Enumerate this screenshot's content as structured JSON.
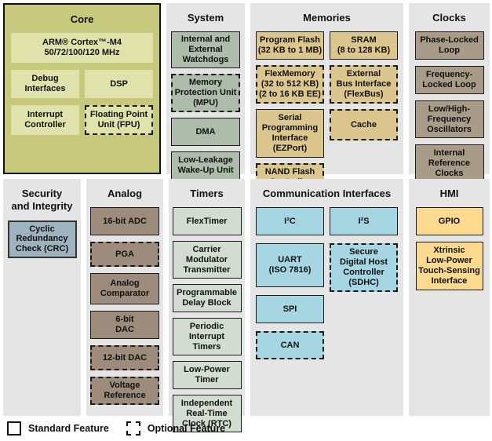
{
  "colors": {
    "panel_bg": "#e5e5e5",
    "core_panel": "#c6c97c",
    "core_block": "#dfe3ab",
    "system_block": "#aebcab",
    "memories_block": "#dbc68e",
    "clocks_block": "#a89b87",
    "security_block": "#9fb2bf",
    "analog_block": "#9d8c7b",
    "timers_block": "#d3dcd0",
    "comm_block": "#a6d6e2",
    "hmi_block": "#fbd98e"
  },
  "panels": {
    "core": {
      "title": "Core",
      "blocks": [
        {
          "label": "ARM® Cortex™-M4\n50/72/100/120 MHz",
          "optional": false
        },
        {
          "label": "Debug\nInterfaces",
          "optional": false
        },
        {
          "label": "DSP",
          "optional": false
        },
        {
          "label": "Interrupt\nController",
          "optional": false
        },
        {
          "label": "Floating Point\nUnit (FPU)",
          "optional": true
        }
      ]
    },
    "system": {
      "title": "System",
      "blocks": [
        {
          "label": "Internal and\nExternal\nWatchdogs",
          "optional": false
        },
        {
          "label": "Memory\nProtection Unit\n(MPU)",
          "optional": true
        },
        {
          "label": "DMA",
          "optional": false
        },
        {
          "label": "Low-Leakage\nWake-Up Unit",
          "optional": false
        }
      ]
    },
    "memories": {
      "title": "Memories",
      "col1": [
        {
          "label": "Program Flash\n(32 KB to 1 MB)",
          "optional": false
        },
        {
          "label": "FlexMemory\n(32 to 512 KB)\n(2 to 16 KB EE)",
          "optional": true
        },
        {
          "label": "Serial\nProgramming\nInterface\n(EZPort)",
          "optional": false
        },
        {
          "label": "NAND Flash\nController",
          "optional": true
        }
      ],
      "col2": [
        {
          "label": "SRAM\n(8 to 128 KB)",
          "optional": false
        },
        {
          "label": "External\nBus Interface\n(FlexBus)",
          "optional": true
        },
        {
          "label": "Cache",
          "optional": true
        }
      ]
    },
    "clocks": {
      "title": "Clocks",
      "blocks": [
        {
          "label": "Phase-Locked\nLoop",
          "optional": false
        },
        {
          "label": "Frequency-\nLocked Loop",
          "optional": false
        },
        {
          "label": "Low/High-\nFrequency\nOscillators",
          "optional": false
        },
        {
          "label": "Internal\nReference\nClocks",
          "optional": false
        }
      ]
    },
    "security": {
      "title": "Security\nand Integrity",
      "blocks": [
        {
          "label": "Cyclic\nRedundancy\nCheck (CRC)",
          "optional": false
        }
      ]
    },
    "analog": {
      "title": "Analog",
      "blocks": [
        {
          "label": "16-bit ADC",
          "optional": false
        },
        {
          "label": "PGA",
          "optional": true
        },
        {
          "label": "Analog\nComparator",
          "optional": false
        },
        {
          "label": "6-bit\nDAC",
          "optional": false
        },
        {
          "label": "12-bit DAC",
          "optional": true
        },
        {
          "label": "Voltage\nReference",
          "optional": true
        }
      ]
    },
    "timers": {
      "title": "Timers",
      "blocks": [
        {
          "label": "FlexTimer",
          "optional": false
        },
        {
          "label": "Carrier\nModulator\nTransmitter",
          "optional": false
        },
        {
          "label": "Programmable\nDelay Block",
          "optional": false
        },
        {
          "label": "Periodic\nInterrupt\nTimers",
          "optional": false
        },
        {
          "label": "Low-Power\nTimer",
          "optional": false
        },
        {
          "label": "Independent\nReal-Time\nClock (RTC)",
          "optional": false
        }
      ]
    },
    "comm": {
      "title": "Communication Interfaces",
      "col1": [
        {
          "label": "I²C",
          "optional": false
        },
        {
          "label": "UART\n(ISO 7816)",
          "optional": false
        },
        {
          "label": "SPI",
          "optional": false
        },
        {
          "label": "CAN",
          "optional": true
        }
      ],
      "col2": [
        {
          "label": "I²S",
          "optional": false
        },
        {
          "label": "Secure\nDigital Host\nController\n(SDHC)",
          "optional": true
        }
      ]
    },
    "hmi": {
      "title": "HMI",
      "blocks": [
        {
          "label": "GPIO",
          "optional": false
        },
        {
          "label": "Xtrinsic\nLow-Power\nTouch-Sensing\nInterface",
          "optional": false
        }
      ]
    }
  },
  "legend": {
    "standard_label": "Standard Feature",
    "optional_label": "Optional Feature"
  }
}
